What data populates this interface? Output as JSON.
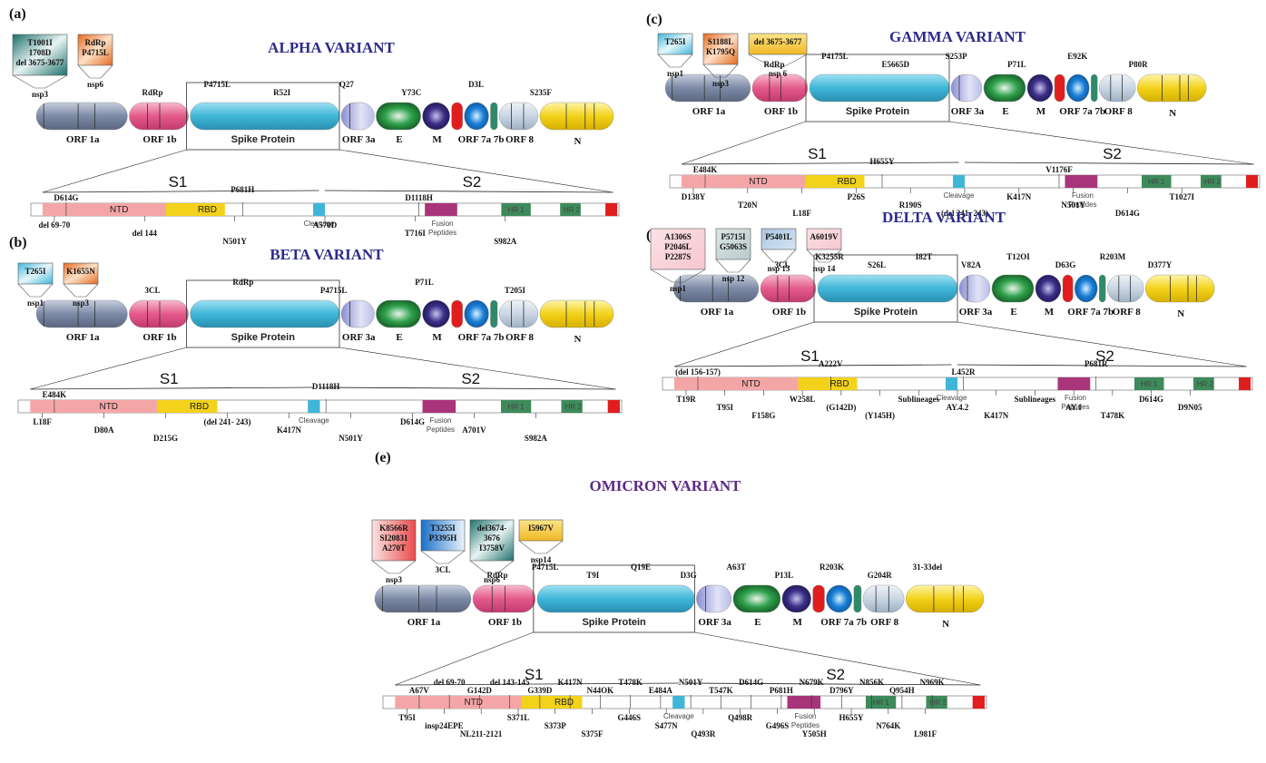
{
  "colors": {
    "title": "#2e2a8a",
    "omicron_title": "#5b2a86",
    "orf1a": "#8e9bb4",
    "orf1b": "#e45a8a",
    "spike": "#3fb6d8",
    "orf3a": "#b9bde6",
    "e": "#1f8a3a",
    "m": "#3b2f86",
    "red": "#e01e1e",
    "orf7a": "#1a7fd6",
    "orf7b": "#2e8a6a",
    "orf8": "#c9d6e3",
    "n": "#f2d21a",
    "ntd": "#f4a6a6",
    "rbd": "#f2d21a",
    "fusion": "#a8347a",
    "hr": "#3d8a5a"
  },
  "labels": {
    "s1": "S1",
    "s2": "S2",
    "cleavage": "Cleavage",
    "fusion": "Fusion",
    "peptides": "Peptides",
    "ntd": "NTD",
    "rbd": "RBD",
    "hr1": "HR 1",
    "hr2": "HR 2",
    "orf1a": "ORF 1a",
    "orf1b": "ORF 1b",
    "spike": "Spike Protein",
    "orf3a": "ORF 3a",
    "e": "E",
    "m": "M",
    "orf7": "ORF 7a 7b",
    "orf8": "ORF 8",
    "n": "N"
  },
  "panels": [
    {
      "id": "a",
      "letter": "(a)",
      "title": "ALPHA VARIANT",
      "boxes": [
        {
          "lines": [
            "T1001I",
            "1708D",
            "del 3675-3677"
          ],
          "style": "teal",
          "tail": "nsp3"
        },
        {
          "lines": [
            "RdRp",
            "P4715L"
          ],
          "style": "orange",
          "tail": "nsp6"
        }
      ],
      "gene_marks": [
        "RdRp",
        "P4715L",
        "R52I",
        "Q27",
        "Y73C",
        "D3L",
        "S235F"
      ],
      "spike_marks_top": [
        "D614G",
        "P681H",
        "D1118H"
      ],
      "spike_marks_bottom": [
        "del 69-70",
        "del 144",
        "N501Y",
        "A570D",
        "T716I",
        "S982A"
      ]
    },
    {
      "id": "b",
      "letter": "(b)",
      "title": "BETA VARIANT",
      "boxes": [
        {
          "lines": [
            "T265I"
          ],
          "style": "cyan",
          "tail": "nsp1"
        },
        {
          "lines": [
            "K1655N"
          ],
          "style": "orange",
          "tail": "nsp3"
        }
      ],
      "gene_marks": [
        "3CL",
        "RdRp",
        "P4715L",
        "P71L",
        "T205I"
      ],
      "spike_marks_top": [
        "E484K",
        "D1118H"
      ],
      "spike_marks_bottom": [
        "L18F",
        "D80A",
        "D215G",
        "(del 241- 243)",
        "K417N",
        "N501Y",
        "D614G",
        "A701V",
        "S982A"
      ]
    },
    {
      "id": "c",
      "letter": "(c)",
      "title": "GAMMA VARIANT",
      "boxes": [
        {
          "lines": [
            "T265I"
          ],
          "style": "cyan",
          "tail": "nsp1"
        },
        {
          "lines": [
            "S1188L",
            "K1795Q"
          ],
          "style": "orange",
          "tail": "nsp3"
        },
        {
          "lines": [
            "del 3675-3677"
          ],
          "style": "yellow",
          "tail": "nsp 6"
        }
      ],
      "gene_marks": [
        "RdRp",
        "P4175L",
        "E5665D",
        "S253P",
        "P71L",
        "E92K",
        "P80R"
      ],
      "spike_marks_top": [
        "E484K",
        "H655Y",
        "V1176F"
      ],
      "spike_marks_bottom": [
        "D138Y",
        "T20N",
        "L18F",
        "P26S",
        "R190S",
        "(del 241- 243)",
        "K417N",
        "N501Y",
        "D614G",
        "T1027I"
      ]
    },
    {
      "id": "d",
      "letter": "(d)",
      "title": "DELTA VARIANT",
      "boxes": [
        {
          "lines": [
            "A1306S",
            "P2046L",
            "P2287S"
          ],
          "style": "pink",
          "tail": "nsp1"
        },
        {
          "lines": [
            "P5715I",
            "G5063S"
          ],
          "style": "grey",
          "tail": "nsp 12"
        },
        {
          "lines": [
            "P5401L"
          ],
          "style": "blue",
          "tail": "nsp 13"
        },
        {
          "lines": [
            "A6019V"
          ],
          "style": "pink",
          "tail": "nsp 14"
        }
      ],
      "gene_marks": [
        "3CL",
        "K3255R",
        "S26L",
        "I82T",
        "V82A",
        "T12OI",
        "D63G",
        "R203M",
        "D377Y"
      ],
      "spike_marks_top": [
        "(del 156-157)",
        "A222V",
        "L452R",
        "P681R"
      ],
      "spike_marks_bottom": [
        "T19R",
        "T95I",
        "F158G",
        "W258L",
        "(G142D)",
        "(Y145H)",
        "Sublineages",
        "AY.4.2",
        "K417N",
        "Sublineages",
        "AY.1",
        "T478K",
        "D614G",
        "D9N05"
      ]
    },
    {
      "id": "e",
      "letter": "(e)",
      "title": "OMICRON VARIANT",
      "boxes": [
        {
          "lines": [
            "K8566R",
            "SI20831",
            "A270T"
          ],
          "style": "red",
          "tail": "nsp3"
        },
        {
          "lines": [
            "T3255I",
            "P3395H"
          ],
          "style": "blue2",
          "tail": "3CL"
        },
        {
          "lines": [
            "del3674-",
            "3676",
            "I3758V"
          ],
          "style": "teal",
          "tail": "nsp6"
        },
        {
          "lines": [
            "I5967V"
          ],
          "style": "yellow",
          "tail": "nsp14"
        }
      ],
      "gene_marks": [
        "RdRp",
        "P4715L",
        "T9I",
        "Q19E",
        "D3G",
        "A63T",
        "P13L",
        "R203K",
        "G204R",
        "31-33del"
      ],
      "spike_marks_top": [
        "A67V",
        "del 69-70",
        "G142D",
        "del 143-145",
        "G339D",
        "K417N",
        "N44OK",
        "T478K",
        "E484A",
        "N501Y",
        "T547K",
        "D614G",
        "P681H",
        "N679K",
        "D796Y",
        "N856K",
        "Q954H",
        "N969K"
      ],
      "spike_marks_bottom": [
        "T95I",
        "insp24EPE",
        "NL211-2121",
        "S371L",
        "S373P",
        "S375F",
        "G446S",
        "S477N",
        "Q493R",
        "Q498R",
        "G496S",
        "Y505H",
        "H655Y",
        "N764K",
        "L981F"
      ]
    }
  ]
}
